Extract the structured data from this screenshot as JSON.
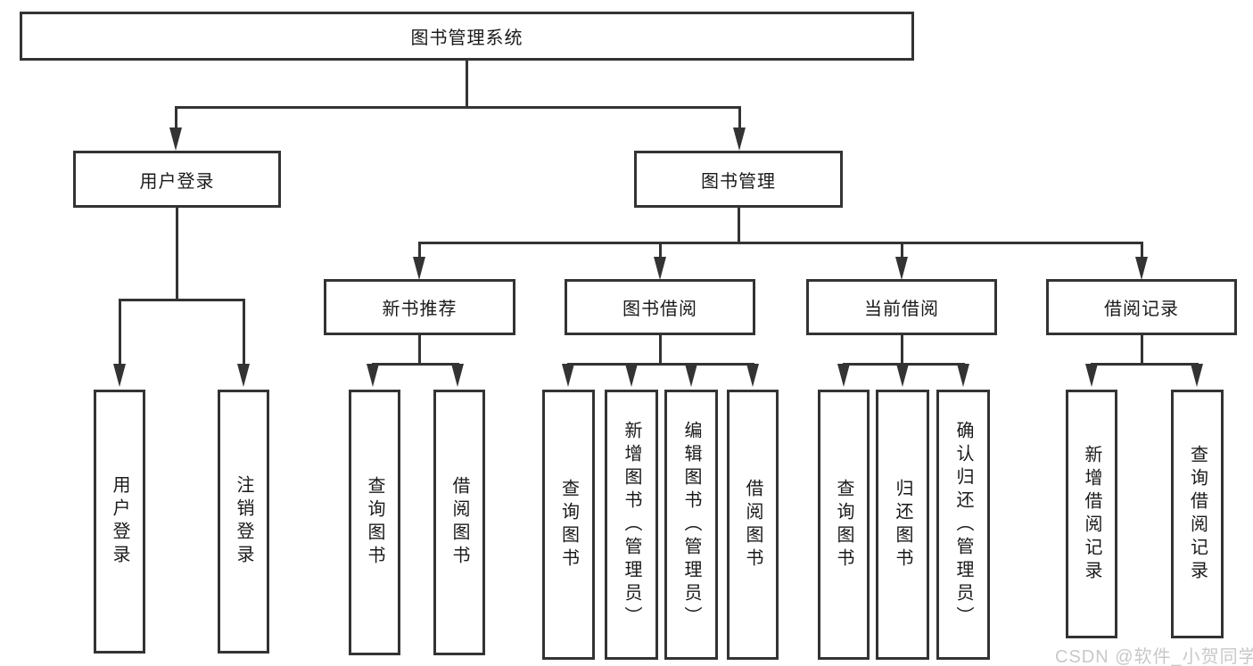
{
  "diagram": {
    "root": {
      "label": "图书管理系统"
    },
    "level2": [
      {
        "label": "用户登录"
      },
      {
        "label": "图书管理"
      }
    ],
    "level3": [
      {
        "label": "新书推荐"
      },
      {
        "label": "图书借阅"
      },
      {
        "label": "当前借阅"
      },
      {
        "label": "借阅记录"
      }
    ],
    "leaves": {
      "user_login": [
        "用户登录",
        "注销登录"
      ],
      "new_book_recommend": [
        "查询图书",
        "借阅图书"
      ],
      "book_borrow": [
        "查询图书",
        "新增图书（管理员）",
        "编辑图书（管理员）",
        "借阅图书"
      ],
      "current_borrow": [
        "查询图书",
        "归还图书",
        "确认归还（管理员）"
      ],
      "borrow_records": [
        "新增借阅记录",
        "查询借阅记录"
      ]
    }
  },
  "watermark": {
    "label": "CSDN @软件_小贺同学"
  },
  "colors": {
    "line": "#333333",
    "text": "#1a1a1a",
    "watermark": "#c8c8c8",
    "node_background": "#ffffff",
    "page_background": "#ffffff"
  }
}
